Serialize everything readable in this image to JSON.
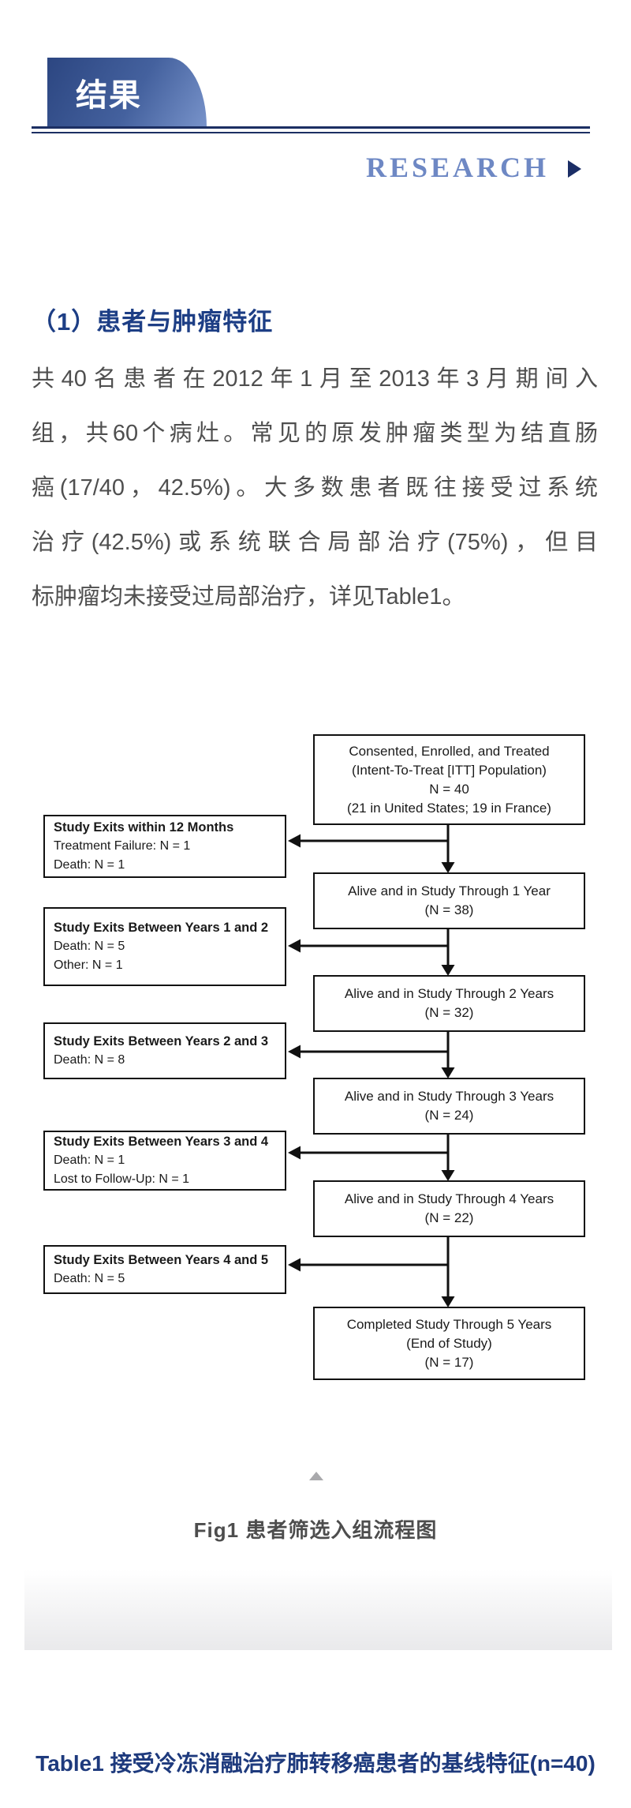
{
  "header": {
    "banner_title": "结果",
    "research_label": "RESEARCH"
  },
  "section": {
    "heading": "（1）患者与肿瘤特征",
    "paragraph_lines": [
      "共40名患者在2012年1月至2013年3月期间入",
      "组，共60个病灶。常见的原发肿瘤类型为结直肠",
      "癌(17/40，42.5%)。大多数患者既往接受过系统",
      "治疗(42.5%)或系统联合局部治疗(75%)，但目",
      "标肿瘤均未接受过局部治疗，详见Table1。"
    ]
  },
  "flowchart": {
    "main_boxes": [
      {
        "lines": [
          "Consented, Enrolled, and Treated",
          "(Intent-To-Treat [ITT] Population)",
          "N = 40",
          "(21 in United States; 19 in France)"
        ]
      },
      {
        "lines": [
          "Alive and in Study Through 1 Year",
          "(N = 38)"
        ]
      },
      {
        "lines": [
          "Alive and in Study Through 2 Years",
          "(N = 32)"
        ]
      },
      {
        "lines": [
          "Alive and in Study Through 3 Years",
          "(N = 24)"
        ]
      },
      {
        "lines": [
          "Alive and in Study Through 4 Years",
          "(N = 22)"
        ]
      },
      {
        "lines": [
          "Completed Study Through 5 Years",
          "(End of Study)",
          "(N = 17)"
        ]
      }
    ],
    "exit_boxes": [
      {
        "title": "Study Exits within 12 Months",
        "lines": [
          "Treatment Failure: N = 1",
          "Death: N = 1"
        ]
      },
      {
        "title": "Study Exits Between Years 1 and 2",
        "lines": [
          "Death: N = 5",
          "Other: N = 1"
        ]
      },
      {
        "title": "Study Exits Between Years 2 and 3",
        "lines": [
          "Death: N = 8"
        ]
      },
      {
        "title": "Study Exits Between Years 3 and 4",
        "lines": [
          "Death: N = 1",
          "Lost to Follow-Up: N = 1"
        ]
      },
      {
        "title": "Study Exits Between Years 4 and 5",
        "lines": [
          "Death: N = 5"
        ]
      }
    ],
    "caption": "Fig1 患者筛选入组流程图"
  },
  "table_section": {
    "title": "Table1 接受冷冻消融治疗肺转移癌患者的基线特征(n=40)"
  },
  "colors": {
    "banner_gradient_start": "#2c4681",
    "banner_gradient_end": "#7893ca",
    "heading_navy": "#1d3e85",
    "research_blue": "#6e88c4",
    "rule_navy": "#1c2f63",
    "arrow_navy": "#1b2e66",
    "paragraph_gray": "#4f4f4f",
    "caption_gray": "#4d4d4d",
    "table_title_navy": "#1e3a7d",
    "flow_line_black": "#111111"
  }
}
